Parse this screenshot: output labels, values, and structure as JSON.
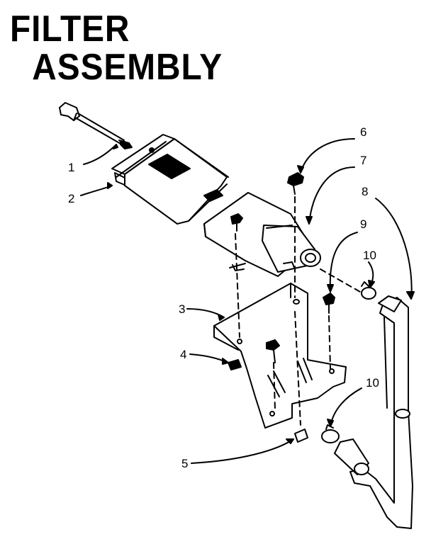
{
  "title": {
    "line1": "FILTER",
    "line2": "ASSEMBLY"
  },
  "callouts": [
    "1",
    "2",
    "3",
    "4",
    "5",
    "6",
    "7",
    "8",
    "9",
    "10",
    "10"
  ]
}
